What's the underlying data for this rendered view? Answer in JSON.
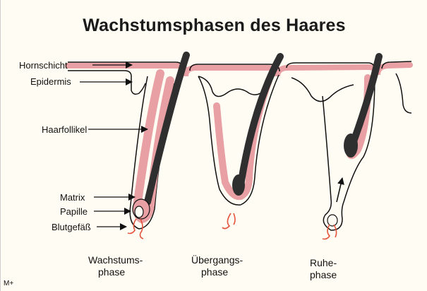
{
  "title": "Wachstumsphasen des Haares",
  "labels": {
    "hornschicht": "Hornschicht",
    "epidermis": "Epidermis",
    "haarfollikel": "Haarfollikel",
    "matrix": "Matrix",
    "papille": "Papille",
    "blutgefaess": "Blutgefäß"
  },
  "phases": [
    {
      "line1": "Wachstums-",
      "line2": "phase"
    },
    {
      "line1": "Übergangs-",
      "line2": "phase"
    },
    {
      "line1": "Ruhe-",
      "line2": "phase"
    }
  ],
  "corner_mark": "M+",
  "colors": {
    "skin_pink": "#e8a0a4",
    "hair": "#2f2f2f",
    "outline": "#111111",
    "blood": "#e4543c",
    "background": "#fffdf3"
  }
}
